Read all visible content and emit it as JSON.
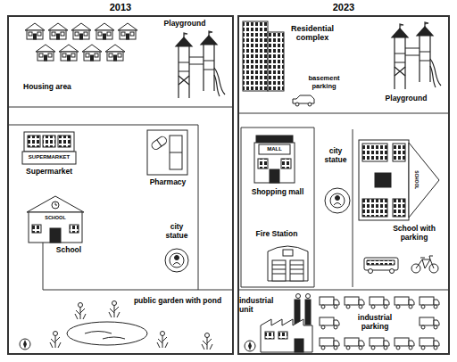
{
  "diagram": {
    "nodes": [
      {
        "text": [
          "2013"
        ]
      },
      {
        "text": [
          "2023"
        ]
      },
      {
        "text": [
          "Housing area"
        ],
        "in": 0
      },
      {
        "text": [
          "Playground"
        ],
        "in": 0
      },
      {
        "text": [
          "Supermarket"
        ],
        "in": 0
      },
      {
        "text": [
          "Pharmacy"
        ],
        "in": 0
      },
      {
        "text": [
          "School"
        ],
        "in": 0
      },
      {
        "text": [
          "city statue"
        ],
        "in": 0
      },
      {
        "text": [
          "public garden with pond"
        ],
        "in": 0
      },
      {
        "text": [
          "Residential complex"
        ],
        "in": 1
      },
      {
        "text": [
          "basement parking"
        ],
        "in": 1
      },
      {
        "text": [
          "Playground"
        ],
        "in": 1
      },
      {
        "text": [
          "Shopping mall"
        ],
        "in": 1
      },
      {
        "text": [
          "city statue"
        ],
        "in": 1
      },
      {
        "text": [
          "School with parking"
        ],
        "in": 1
      },
      {
        "text": [
          "Fire Station"
        ],
        "in": 1
      },
      {
        "text": [
          "industrial unit"
        ],
        "in": 1
      },
      {
        "text": [
          "industrial parking"
        ],
        "in": 1
      }
    ],
    "labels": [
      "SUPERMARKET",
      "SCHOOL",
      "MALL",
      "SCHOOL"
    ]
  }
}
